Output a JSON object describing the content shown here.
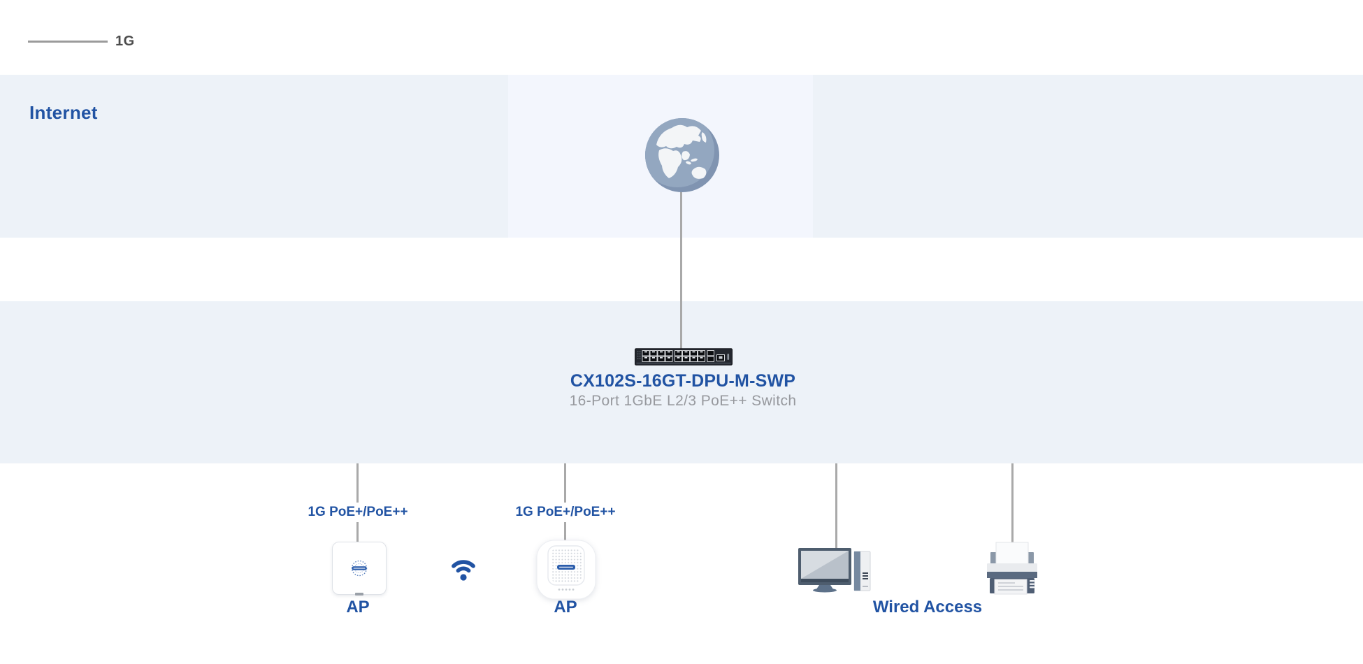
{
  "legend": {
    "items": [
      {
        "label": "1G",
        "line_color": "#9b9b9b"
      }
    ]
  },
  "zones": {
    "internet": {
      "title": "Internet"
    }
  },
  "nodes": {
    "internet": {
      "icon": "globe-icon"
    },
    "switch": {
      "icon": "switch-device-icon",
      "model": "CX102S-16GT-DPU-M-SWP",
      "description": "16-Port 1GbE L2/3 PoE++ Switch"
    },
    "ap1": {
      "icon": "access-point-icon",
      "link_label": "1G PoE+/PoE++",
      "label": "AP"
    },
    "ap2": {
      "icon": "access-point-icon",
      "link_label": "1G PoE+/PoE++",
      "label": "AP"
    },
    "wireless": {
      "icon": "wifi-icon"
    },
    "wired_access": {
      "icons": [
        "desktop-computer-icon",
        "printer-icon"
      ],
      "label": "Wired Access"
    }
  },
  "colors": {
    "accent_blue": "#2153a3",
    "band_background": "#edf2f8",
    "connector_gray": "#a9a9a9",
    "subtitle_gray": "#97999e",
    "legend_text": "#4c4c4c",
    "switch_body": "#23272e"
  }
}
